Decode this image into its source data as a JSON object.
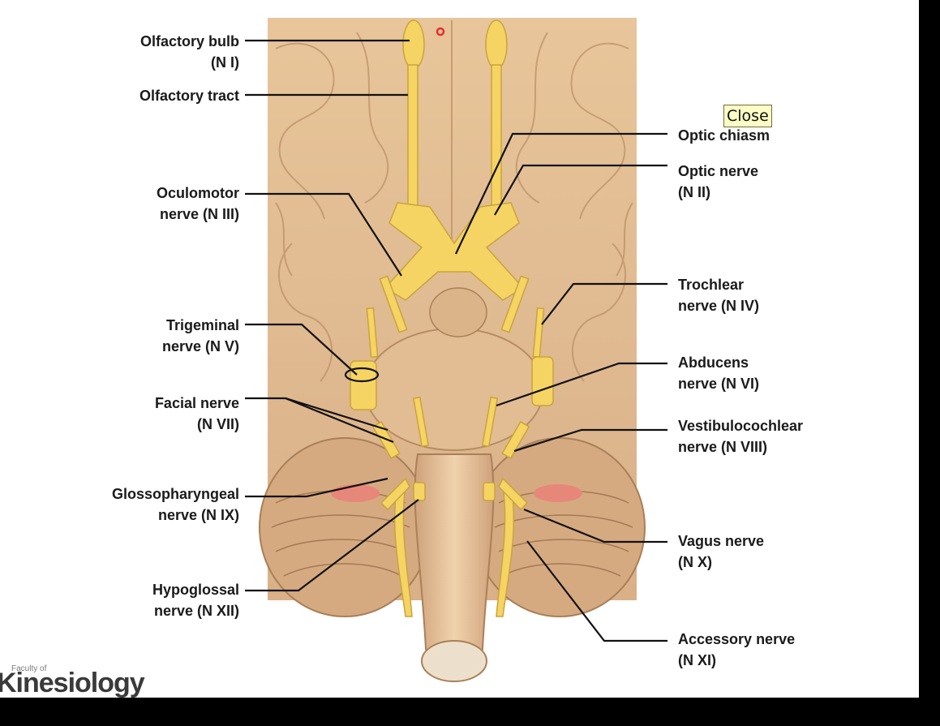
{
  "labels": {
    "olfactory_bulb": [
      "Olfactory bulb",
      "(N I)"
    ],
    "olfactory_tract": [
      "Olfactory tract"
    ],
    "oculomotor": [
      "Oculomotor",
      "nerve (N III)"
    ],
    "trigeminal": [
      "Trigeminal",
      "nerve (N V)"
    ],
    "facial": [
      "Facial nerve",
      "(N VII)"
    ],
    "glossopharyngeal": [
      "Glossopharyngeal",
      "nerve (N IX)"
    ],
    "hypoglossal": [
      "Hypoglossal",
      "nerve (N XII)"
    ],
    "optic_chiasm": [
      "Optic chiasm"
    ],
    "optic_nerve": [
      "Optic nerve",
      "(N II)"
    ],
    "trochlear": [
      "Trochlear",
      "nerve (N IV)"
    ],
    "abducens": [
      "Abducens",
      "nerve (N VI)"
    ],
    "vestibulocochlear": [
      "Vestibulocochlear",
      "nerve (N VIII)"
    ],
    "vagus": [
      "Vagus nerve",
      "(N X)"
    ],
    "accessory": [
      "Accessory nerve",
      "(N XI)"
    ]
  },
  "tooltip": {
    "close_label": "Close"
  },
  "logo": {
    "small_text": "Faculty of",
    "main_text": "Kinesiology"
  },
  "colors": {
    "brain": "#e3bf92",
    "nerve": "#f5d463",
    "leader": "#111111",
    "logo_accent": "#e23b2a"
  }
}
